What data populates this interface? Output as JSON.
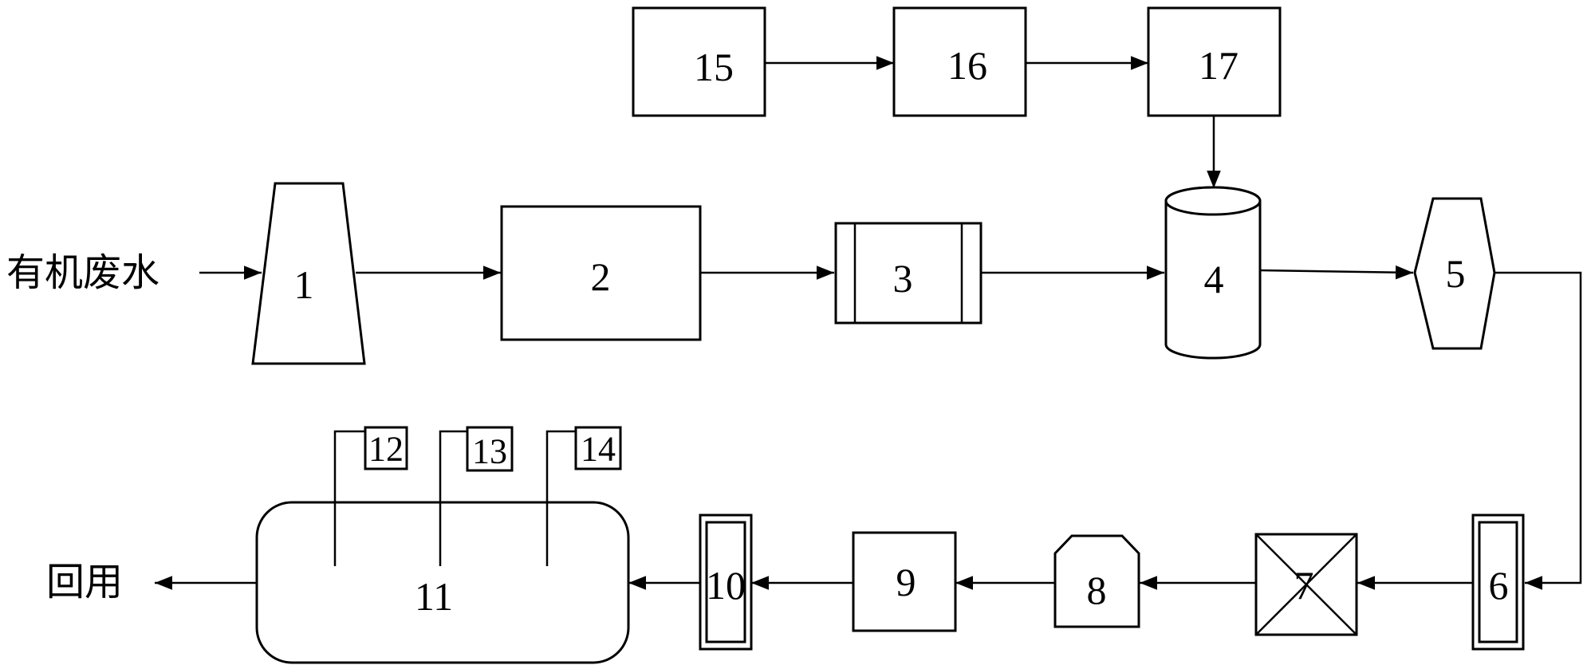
{
  "input_label": "有机废水",
  "output_label": "回用",
  "units": {
    "u1": "1",
    "u2": "2",
    "u3": "3",
    "u4": "4",
    "u5": "5",
    "u6": "6",
    "u7": "7",
    "u8": "8",
    "u9": "9",
    "u10": "10",
    "u11": "11",
    "u12": "12",
    "u13": "13",
    "u14": "14",
    "u15": "15",
    "u16": "16",
    "u17": "17"
  }
}
